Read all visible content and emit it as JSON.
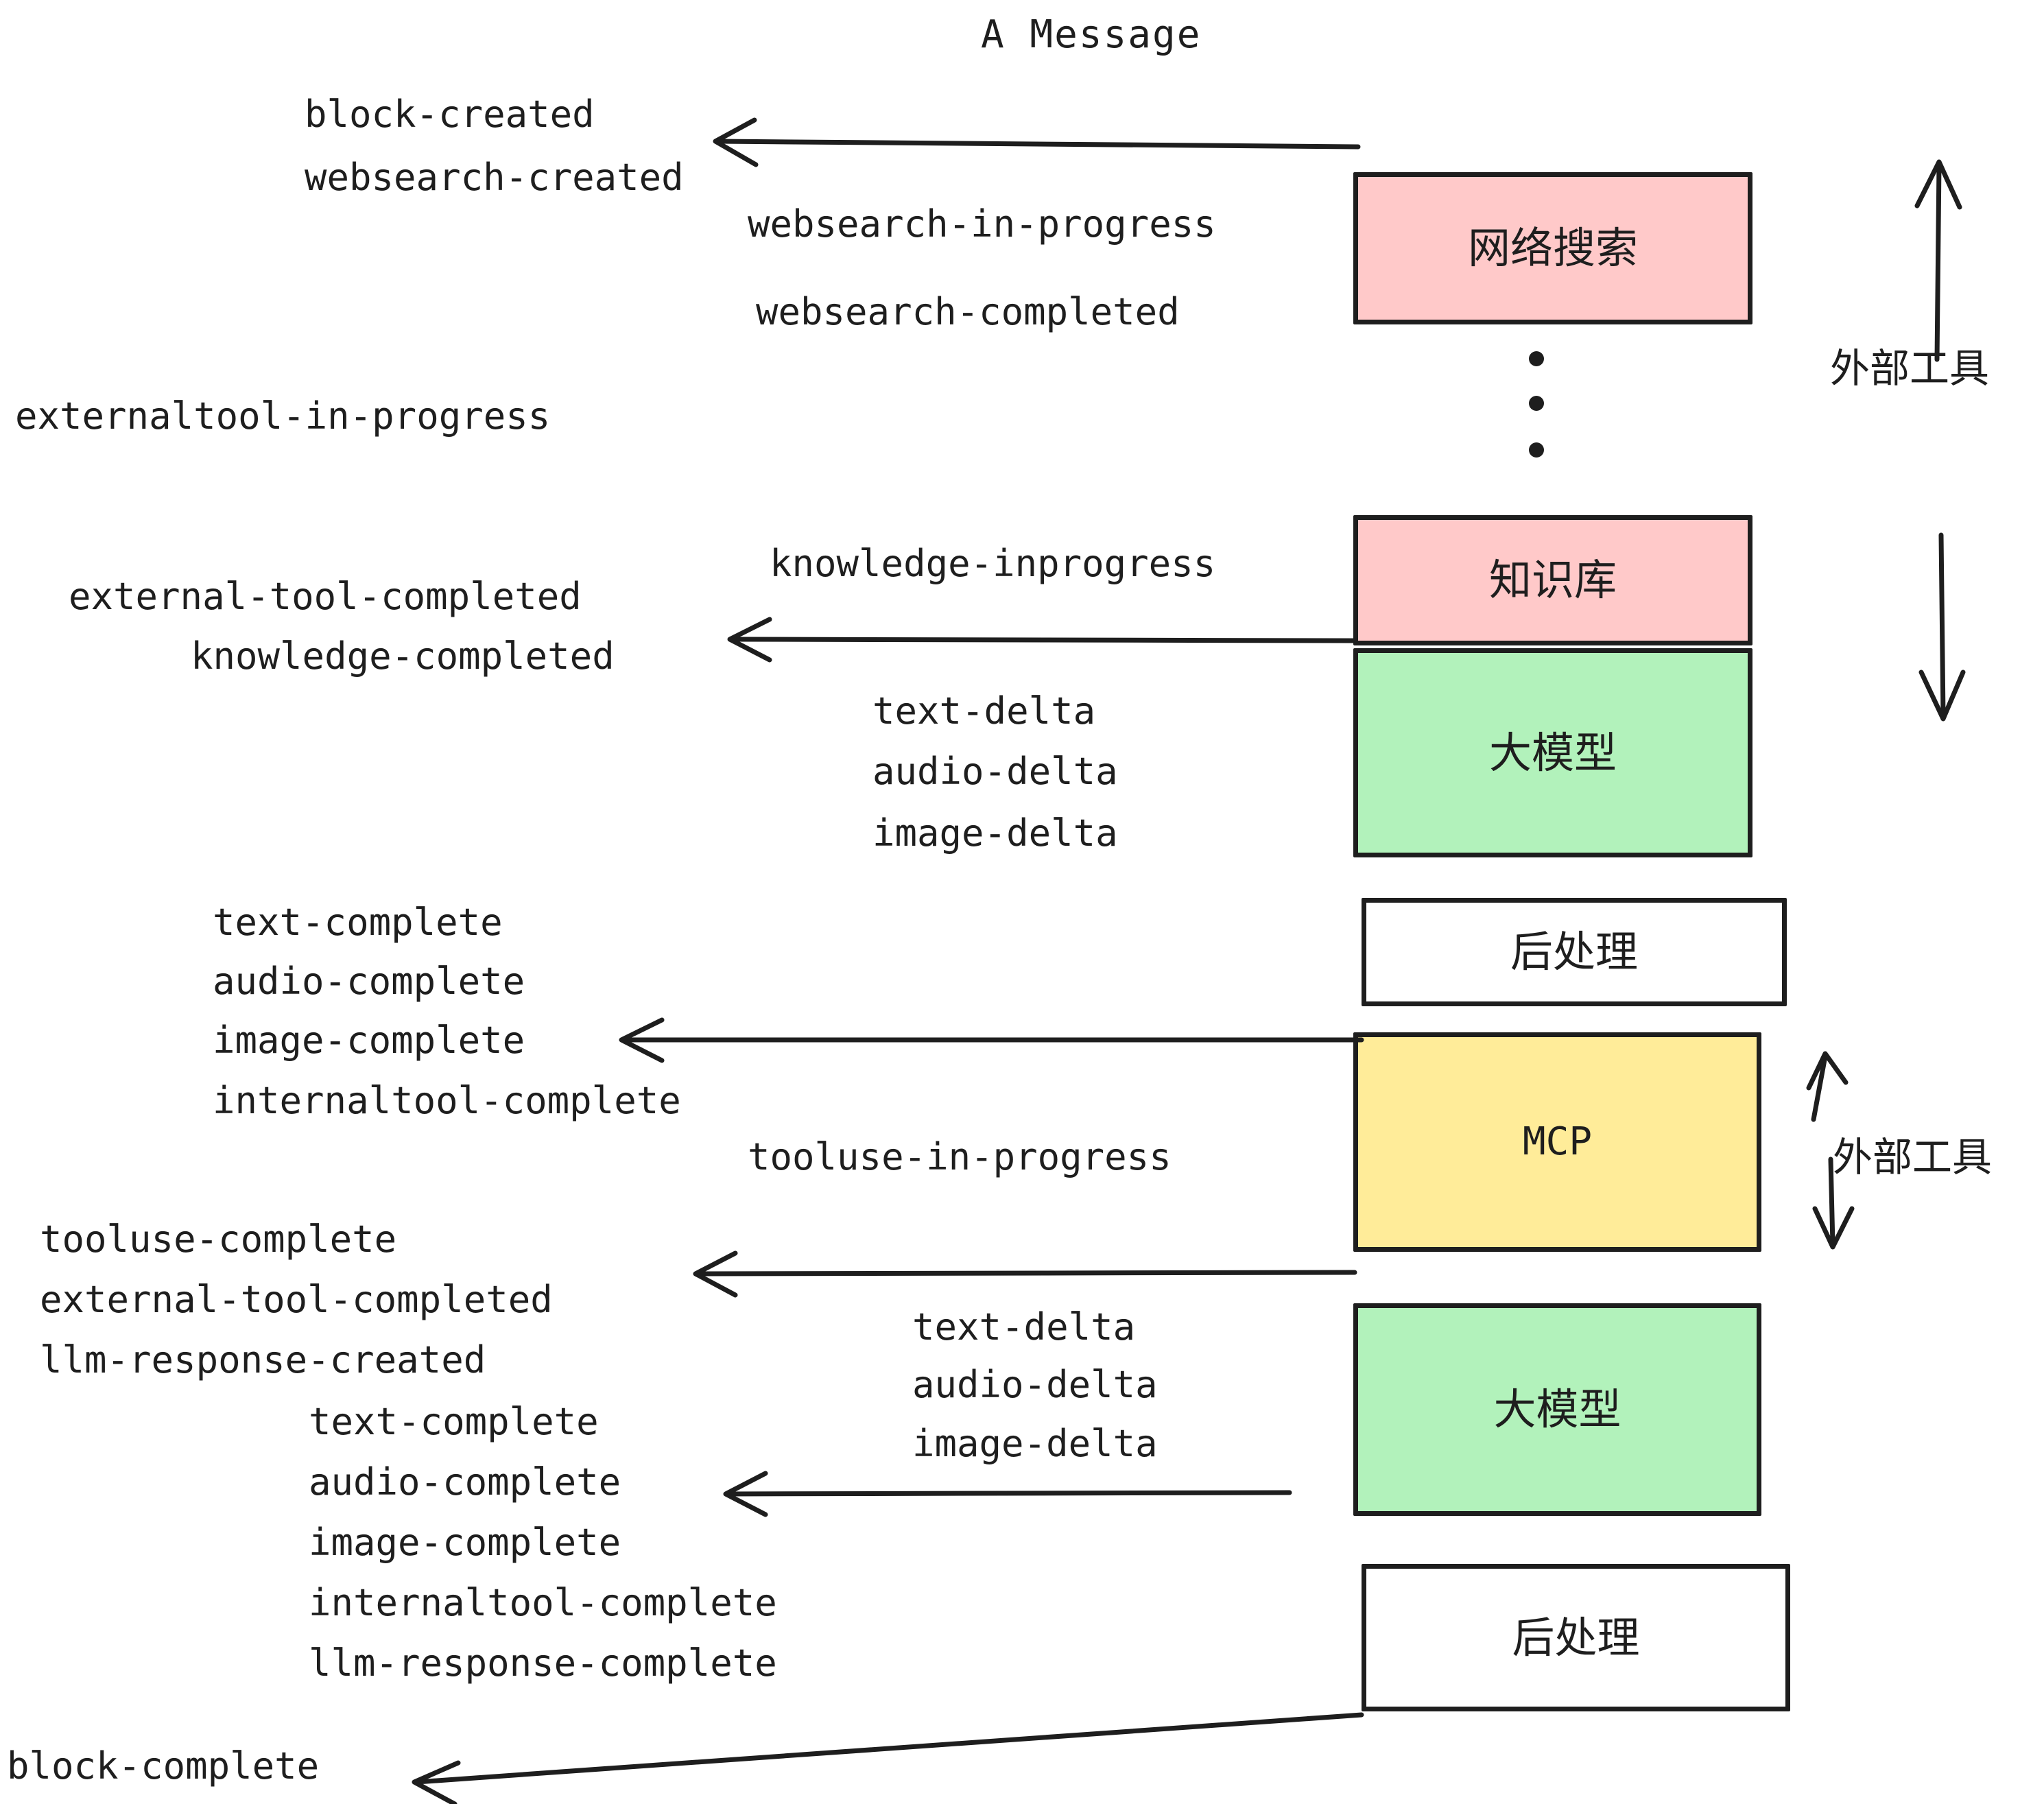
{
  "title": "A Message",
  "colors": {
    "stroke": "#1e1e1e",
    "pink": "#ffc9c9",
    "green": "#b2f2bb",
    "yellow": "#ffec99",
    "white": "#ffffff",
    "background": "#ffffff"
  },
  "boxes": [
    {
      "id": "websearch",
      "label": "网络搜索",
      "fill": "#ffc9c9"
    },
    {
      "id": "knowledge",
      "label": "知识库",
      "fill": "#ffc9c9"
    },
    {
      "id": "llm-top",
      "label": "大模型",
      "fill": "#b2f2bb"
    },
    {
      "id": "post-top",
      "label": "后处理",
      "fill": "#ffffff"
    },
    {
      "id": "mcp",
      "label": "MCP",
      "fill": "#ffec99"
    },
    {
      "id": "llm-bottom",
      "label": "大模型",
      "fill": "#b2f2bb"
    },
    {
      "id": "post-bottom",
      "label": "后处理",
      "fill": "#ffffff"
    }
  ],
  "side_labels": [
    {
      "id": "external-tool-top",
      "text": "外部工具"
    },
    {
      "id": "external-tool-bottom",
      "text": "外部工具"
    }
  ],
  "events": {
    "block_created": "block-created",
    "websearch_created": "websearch-created",
    "websearch_in_progress": "websearch-in-progress",
    "websearch_completed": "websearch-completed",
    "externaltool_in_progress": "externaltool-in-progress",
    "knowledge_inprogress": "knowledge-inprogress",
    "external_tool_completed_1": "external-tool-completed",
    "knowledge_completed": "knowledge-completed",
    "text_delta_1": "text-delta",
    "audio_delta_1": "audio-delta",
    "image_delta_1": "image-delta",
    "text_complete_1": "text-complete",
    "audio_complete_1": "audio-complete",
    "image_complete_1": "image-complete",
    "internaltool_complete_1": "internaltool-complete",
    "tooluse_in_progress": "tooluse-in-progress",
    "tooluse_complete": "tooluse-complete",
    "external_tool_completed_2": "external-tool-completed",
    "llm_response_created": "llm-response-created",
    "text_delta_2": "text-delta",
    "audio_delta_2": "audio-delta",
    "image_delta_2": "image-delta",
    "text_complete_2": "text-complete",
    "audio_complete_2": "audio-complete",
    "image_complete_2": "image-complete",
    "internaltool_complete_2": "internaltool-complete",
    "llm_response_complete": "llm-response-complete",
    "block_complete": "block-complete"
  },
  "ellipsis_dots": 3
}
